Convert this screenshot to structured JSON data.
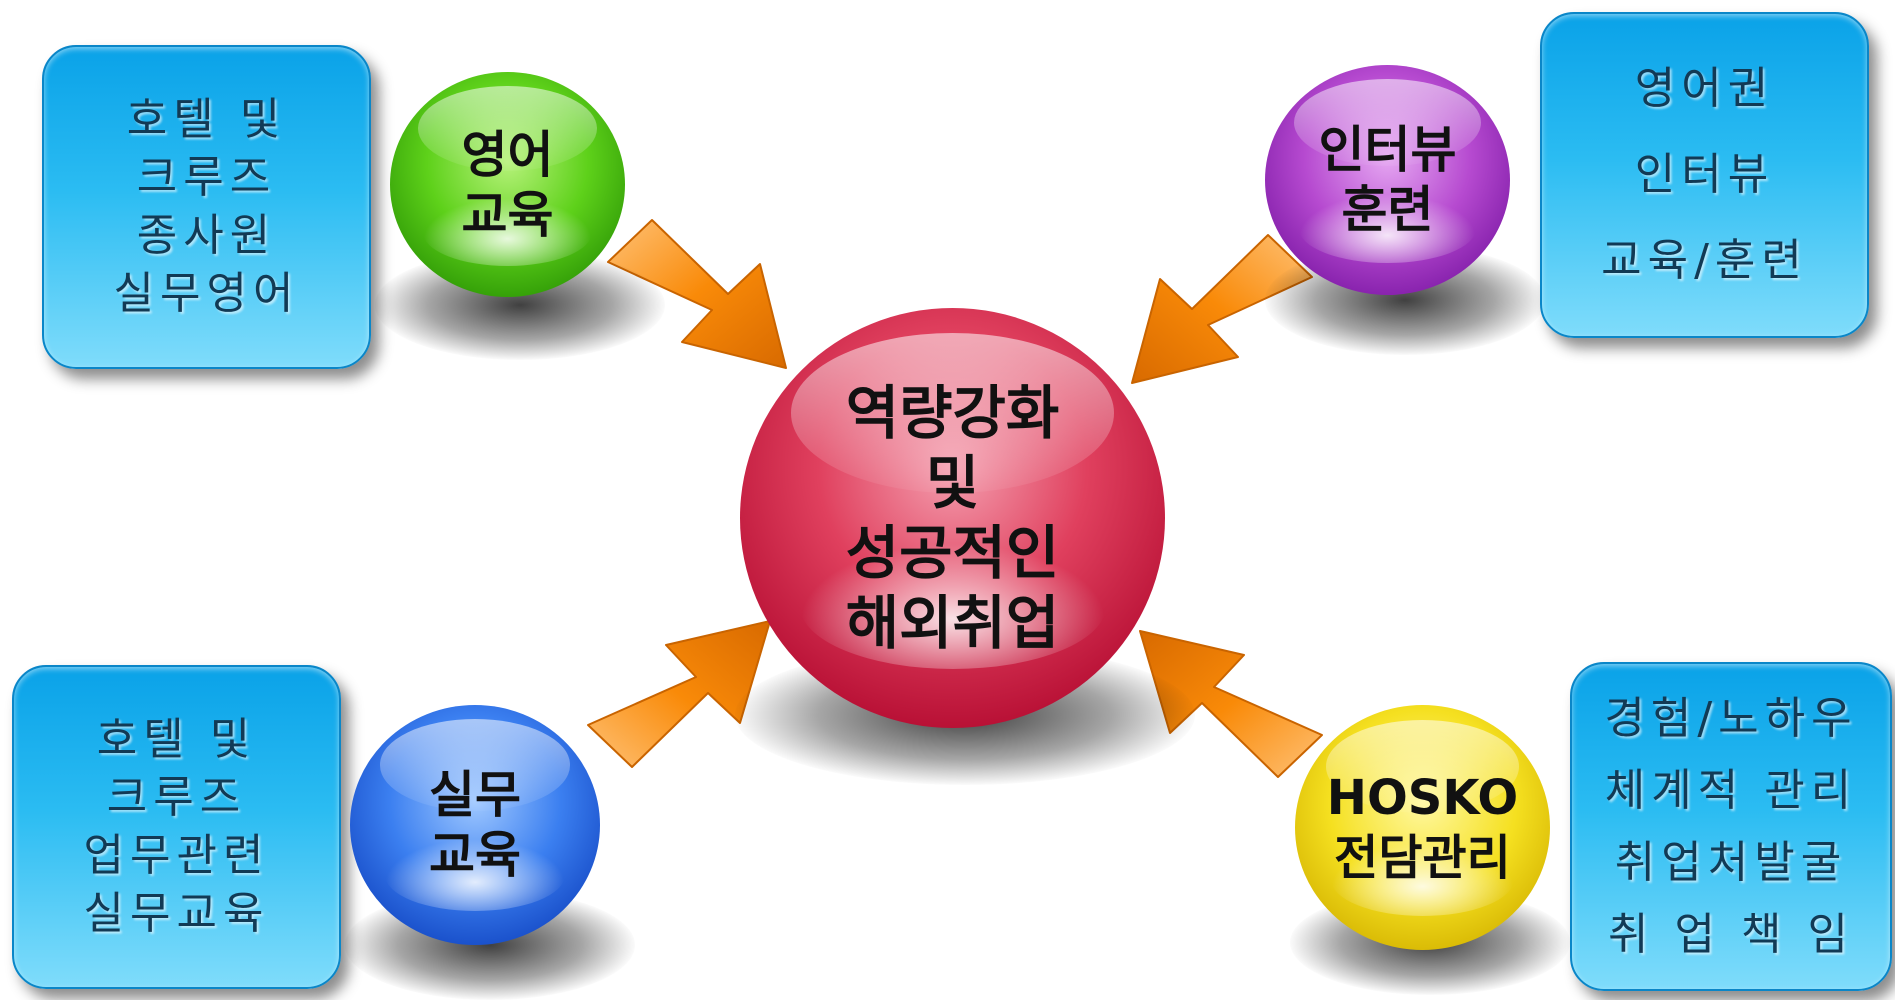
{
  "colors": {
    "box_blue": "#1fb4f0",
    "arrow_orange": "#f98a08",
    "green": "#5ed11a",
    "purple": "#b64ad0",
    "blue": "#3b7ff0",
    "yellow": "#f5e020",
    "red": "#c81a40"
  },
  "center": {
    "lines": [
      "역량강화",
      "및",
      "성공적인",
      "해외취업"
    ]
  },
  "top_left": {
    "sphere_lines": [
      "영어",
      "교육"
    ],
    "box_lines": [
      "호텔 및",
      "크루즈",
      "종사원",
      "실무영어"
    ]
  },
  "top_right": {
    "sphere_lines": [
      "인터뷰",
      "훈련"
    ],
    "box_lines": [
      "영어권",
      "인터뷰",
      "교육/훈련"
    ]
  },
  "bottom_left": {
    "sphere_lines": [
      "실무",
      "교육"
    ],
    "box_lines": [
      "호텔 및",
      "크루즈",
      "업무관련",
      "실무교육"
    ]
  },
  "bottom_right": {
    "sphere_lines": [
      "HOSKO",
      "전담관리"
    ],
    "box_lines": [
      "경험/노하우",
      "체계적 관리",
      "취업처발굴",
      "취 업 책 임"
    ]
  }
}
